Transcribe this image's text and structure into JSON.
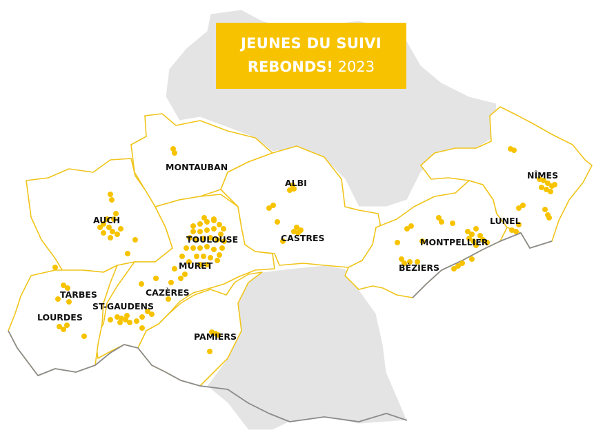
{
  "title": {
    "line1": "JEUNES DU SUIVI",
    "line2_bold": "REBONDS!",
    "line2_year": "2023"
  },
  "colors": {
    "accent": "#f7c300",
    "dot": "#f7c300",
    "region_fill": "#ffffff",
    "outside_fill": "#e4e4e4",
    "border": "#f0c419",
    "outer_border": "#8a8a8a",
    "label": "#111111"
  },
  "cities": [
    {
      "id": "montauban",
      "name": "MONTAUBAN"
    },
    {
      "id": "albi",
      "name": "ALBI"
    },
    {
      "id": "nimes",
      "name": "NÎMES"
    },
    {
      "id": "auch",
      "name": "AUCH"
    },
    {
      "id": "toulouse",
      "name": "TOULOUSE"
    },
    {
      "id": "castres",
      "name": "CASTRES"
    },
    {
      "id": "lunel",
      "name": "LUNEL"
    },
    {
      "id": "montpellier",
      "name": "MONTPELLIER"
    },
    {
      "id": "muret",
      "name": "MURET"
    },
    {
      "id": "beziers",
      "name": "BÉZIERS"
    },
    {
      "id": "tarbes",
      "name": "TARBES"
    },
    {
      "id": "cazeres",
      "name": "CAZÈRES"
    },
    {
      "id": "st-gaudens",
      "name": "ST-GAUDENS"
    },
    {
      "id": "lourdes",
      "name": "LOURDES"
    },
    {
      "id": "pamiers",
      "name": "PAMIERS"
    }
  ]
}
